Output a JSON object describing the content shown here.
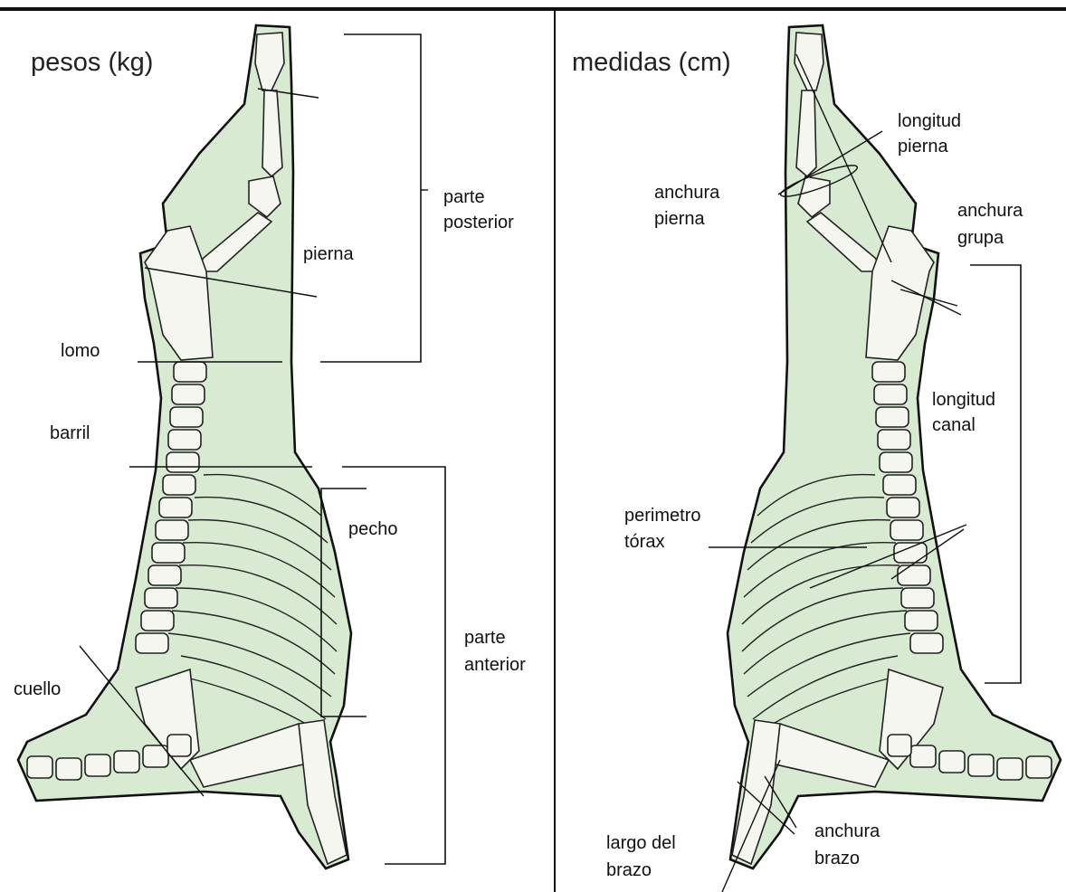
{
  "left_panel": {
    "title": "pesos (kg)",
    "labels": {
      "pierna": "pierna",
      "parte_posterior_1": "parte",
      "parte_posterior_2": "posterior",
      "lomo": "lomo",
      "barril": "barril",
      "pecho": "pecho",
      "parte_anterior_1": "parte",
      "parte_anterior_2": "anterior",
      "cuello": "cuello"
    }
  },
  "right_panel": {
    "title": "medidas (cm)",
    "labels": {
      "longitud_pierna_1": "longitud",
      "longitud_pierna_2": "pierna",
      "anchura_pierna_1": "anchura",
      "anchura_pierna_2": "pierna",
      "anchura_grupa_1": "anchura",
      "anchura_grupa_2": "grupa",
      "longitud_canal_1": "longitud",
      "longitud_canal_2": "canal",
      "perimetro_torax_1": "perimetro",
      "perimetro_torax_2": "tórax",
      "largo_brazo_1": "largo del",
      "largo_brazo_2": "brazo",
      "anchura_brazo_1": "anchura",
      "anchura_brazo_2": "brazo"
    }
  },
  "colors": {
    "carcass_fill": "#d8ead2",
    "outline": "#111111",
    "bone": "#f4f6ef"
  }
}
